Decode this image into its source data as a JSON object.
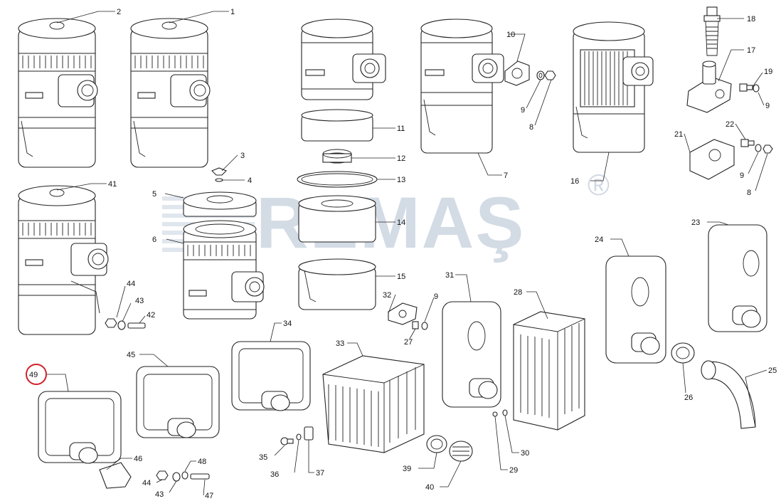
{
  "watermark": {
    "brand": "REMAŞ",
    "registered": "®"
  },
  "labels": [
    "1",
    "2",
    "3",
    "4",
    "5",
    "6",
    "7",
    "8",
    "9",
    "10",
    "11",
    "12",
    "13",
    "14",
    "15",
    "16",
    "17",
    "18",
    "19",
    "21",
    "22",
    "23",
    "24",
    "25",
    "26",
    "27",
    "28",
    "29",
    "30",
    "31",
    "32",
    "33",
    "34",
    "35",
    "36",
    "37",
    "39",
    "40",
    "41",
    "42",
    "43",
    "44",
    "45",
    "46",
    "47",
    "48",
    "49"
  ],
  "highlight": {
    "part": "49",
    "color": "#d0202a"
  },
  "colors": {
    "line": "#222222",
    "watermark": "#c5cfdd",
    "background": "#ffffff"
  }
}
